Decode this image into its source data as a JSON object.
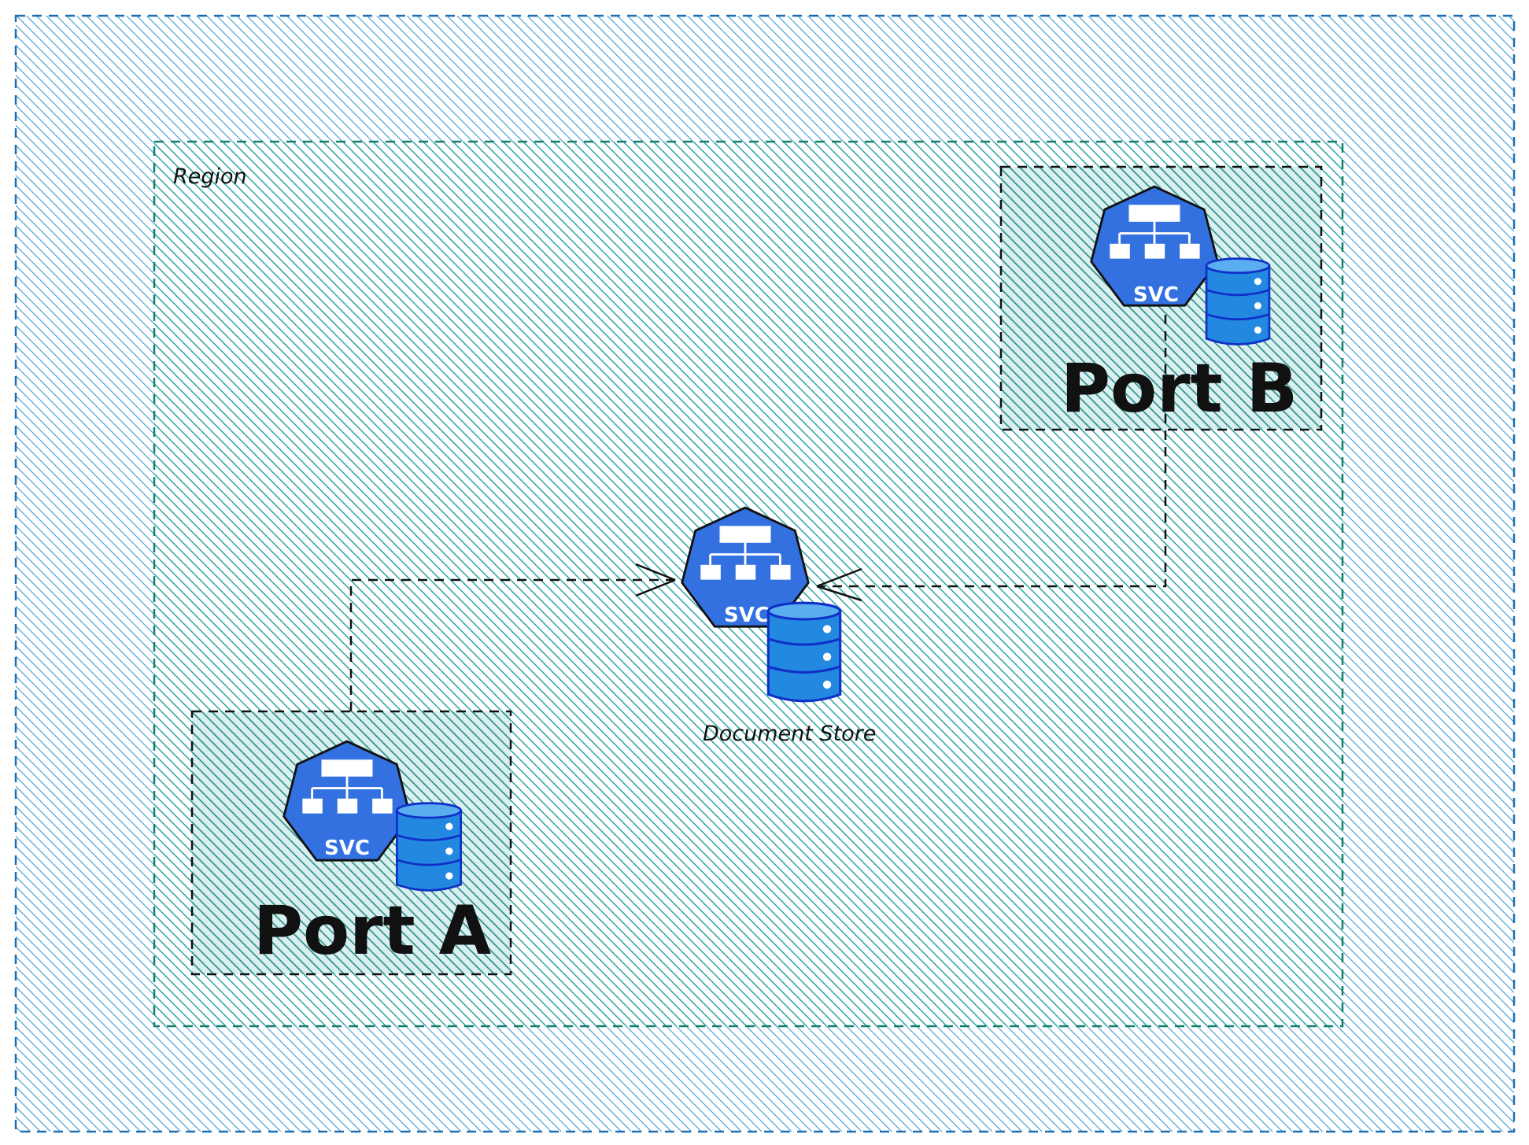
{
  "diagram": {
    "outer_container": {
      "label": "",
      "color": "#1f6fb0"
    },
    "region": {
      "label": "Region",
      "color": "#127f6a"
    },
    "port_a": {
      "label": "Port A",
      "svc_label": "SVC"
    },
    "port_b": {
      "label": "Port B",
      "svc_label": "SVC"
    },
    "document_store": {
      "label": "Document Store",
      "svc_label": "SVC"
    },
    "colors": {
      "svc_fill": "#3370e0",
      "db_fill": "#2288e0",
      "db_stroke": "#1030c8",
      "outer_hatch": "#3a9ad6",
      "region_hatch": "#2aa5a5",
      "port_hatch": "#2e8f8f"
    },
    "connections": [
      {
        "from": "Port A",
        "to": "Document Store",
        "style": "dashed-arrow"
      },
      {
        "from": "Port B",
        "to": "Document Store",
        "style": "dashed-arrow"
      }
    ]
  }
}
